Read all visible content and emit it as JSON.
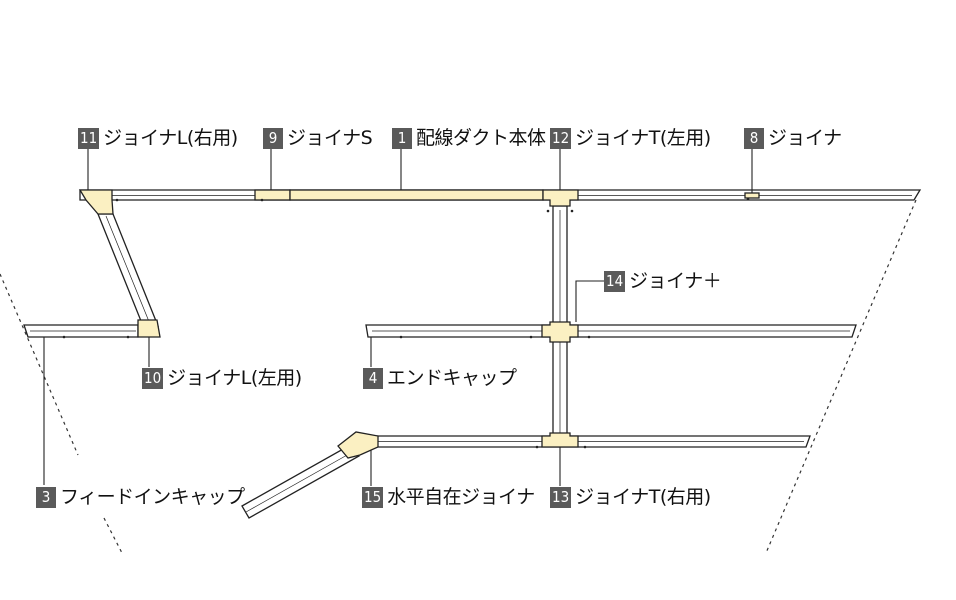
{
  "labels": [
    {
      "id": "11",
      "text": "ジョイナL(右用)"
    },
    {
      "id": "9",
      "text": "ジョイナS"
    },
    {
      "id": "1",
      "text": "配線ダクト本体"
    },
    {
      "id": "12",
      "text": "ジョイナT(左用)"
    },
    {
      "id": "8",
      "text": "ジョイナ"
    },
    {
      "id": "14",
      "text": "ジョイナ＋"
    },
    {
      "id": "10",
      "text": "ジョイナL(左用)"
    },
    {
      "id": "4",
      "text": "エンドキャップ"
    },
    {
      "id": "3",
      "text": "フィードインキャップ"
    },
    {
      "id": "15",
      "text": "水平自在ジョイナ"
    },
    {
      "id": "13",
      "text": "ジョイナT(右用)"
    }
  ],
  "colors": {
    "duct_fill": "#ffffff",
    "duct_stroke": "#222222",
    "joiner_fill": "#fbf0c2",
    "number_badge": "#5a5a5a",
    "leader_line": "#222222"
  }
}
